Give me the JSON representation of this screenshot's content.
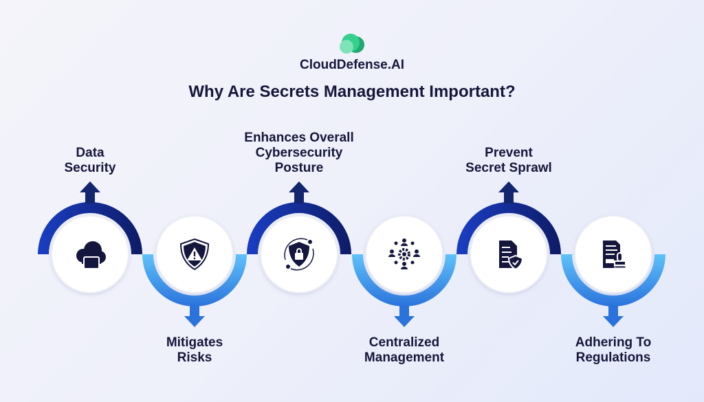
{
  "brand": {
    "name": "CloudDefense.AI",
    "logo_colors": [
      "#7fe3b8",
      "#35cf8e",
      "#1fa870"
    ]
  },
  "title": "Why Are Secrets Management Important?",
  "colors": {
    "dark_arc": [
      "#1a3ec4",
      "#0e1b66"
    ],
    "light_arc": [
      "#5fc2fa",
      "#2a73dc"
    ],
    "icon": "#14163d",
    "text": "#16163a"
  },
  "steps": [
    {
      "label_lines": [
        "Data",
        "Security"
      ],
      "icon": "cloud-lock-icon",
      "direction": "up"
    },
    {
      "label_lines": [
        "Mitigates",
        "Risks"
      ],
      "icon": "shield-warning-icon",
      "direction": "down"
    },
    {
      "label_lines": [
        "Enhances Overall",
        "Cybersecurity",
        "Posture"
      ],
      "icon": "shield-lock-cycle-icon",
      "direction": "up"
    },
    {
      "label_lines": [
        "Centralized",
        "Management"
      ],
      "icon": "network-gear-icon",
      "direction": "down"
    },
    {
      "label_lines": [
        "Prevent",
        "Secret Sprawl"
      ],
      "icon": "document-shield-icon",
      "direction": "up"
    },
    {
      "label_lines": [
        "Adhering To",
        "Regulations"
      ],
      "icon": "document-stamp-icon",
      "direction": "down"
    }
  ]
}
